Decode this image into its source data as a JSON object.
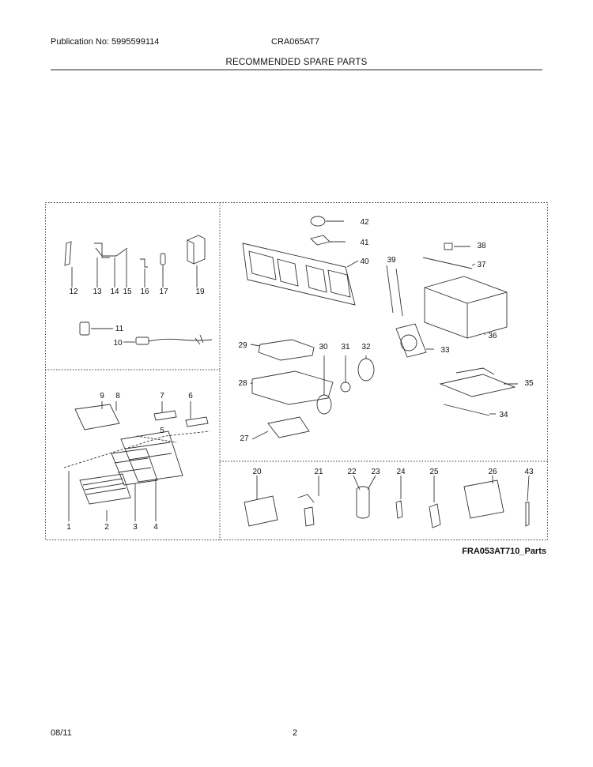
{
  "header": {
    "publication": "Publication No: 5995599114",
    "model": "CRA065AT7",
    "title": "RECOMMENDED SPARE PARTS"
  },
  "diagram": {
    "reference": "FRA053AT710_Parts",
    "callouts": {
      "p1": "1",
      "p2": "2",
      "p3": "3",
      "p4": "4",
      "p5": "5",
      "p6": "6",
      "p7": "7",
      "p8": "8",
      "p9": "9",
      "p10": "10",
      "p11": "11",
      "p12": "12",
      "p13": "13",
      "p14": "14",
      "p15": "15",
      "p16": "16",
      "p17": "17",
      "p19": "19",
      "p20": "20",
      "p21": "21",
      "p22": "22",
      "p23": "23",
      "p24": "24",
      "p25": "25",
      "p26": "26",
      "p27": "27",
      "p28": "28",
      "p29": "29",
      "p30": "30",
      "p31": "31",
      "p32": "32",
      "p33": "33",
      "p34": "34",
      "p35": "35",
      "p36": "36",
      "p37": "37",
      "p38": "38",
      "p39": "39",
      "p40": "40",
      "p41": "41",
      "p42": "42",
      "p43": "43"
    }
  },
  "footer": {
    "date": "08/11",
    "page": "2"
  }
}
